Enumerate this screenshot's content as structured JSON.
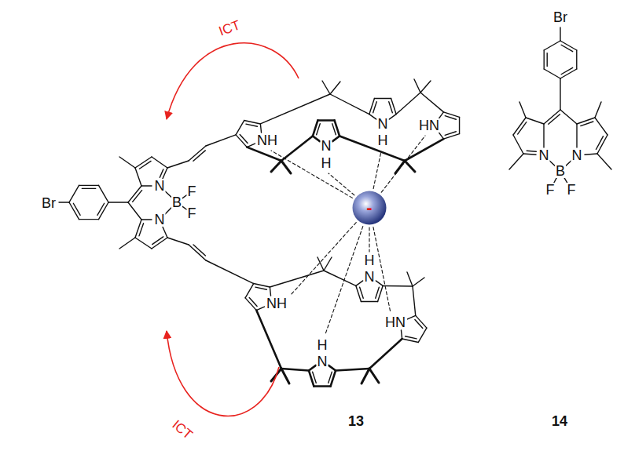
{
  "diagram": {
    "nodes": [
      {
        "text": [
          "-"
        ]
      }
    ],
    "labels": [
      "ICT",
      "Br",
      "N",
      "B",
      "F",
      "F",
      "N",
      "NH",
      "N",
      "H",
      "N",
      "H",
      "HN",
      "H",
      "N",
      "NH",
      "HN",
      "H",
      "N",
      "ICT",
      "13",
      "Br",
      "N",
      "B",
      "N",
      "F",
      "F",
      "14"
    ]
  }
}
